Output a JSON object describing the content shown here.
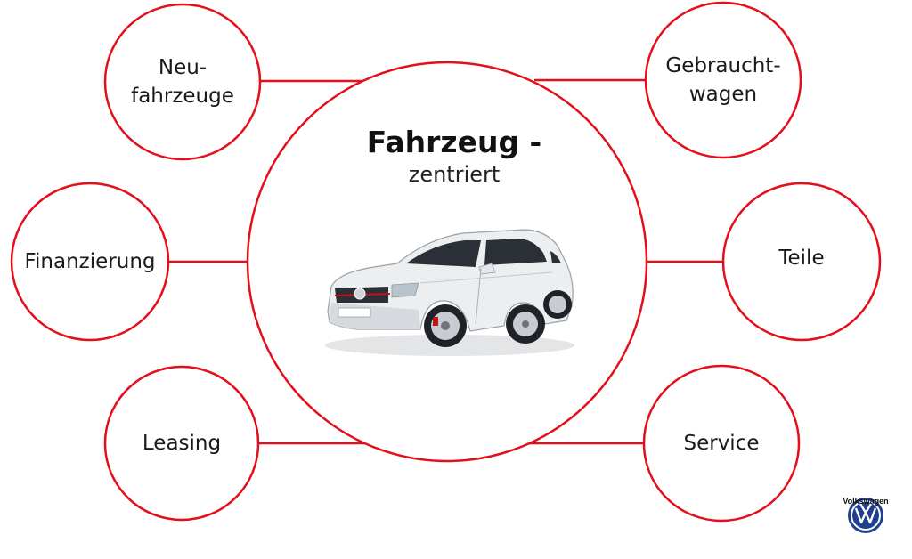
{
  "colors": {
    "ring": "#e30f1b",
    "connector": "#e30f1b",
    "car_body": "#eceef0",
    "car_shade": "#c8ccd2",
    "glass": "#2b3036",
    "accent_red": "#c4121a",
    "vw_blue": "#1f3f8f"
  },
  "center": {
    "title": "Fahrzeug -",
    "subtitle": "zentriert"
  },
  "satellites": {
    "neufahrzeuge": "Neu-\nfahrzeuge",
    "gebrauchtwagen": "Gebraucht-\nwagen",
    "finanzierung": "Finanzierung",
    "teile": "Teile",
    "leasing": "Leasing",
    "service": "Service"
  },
  "logo": {
    "brand": "Volkswagen",
    "icon": "vw-logo-icon"
  },
  "illustration": {
    "icon": "car-illustration"
  }
}
